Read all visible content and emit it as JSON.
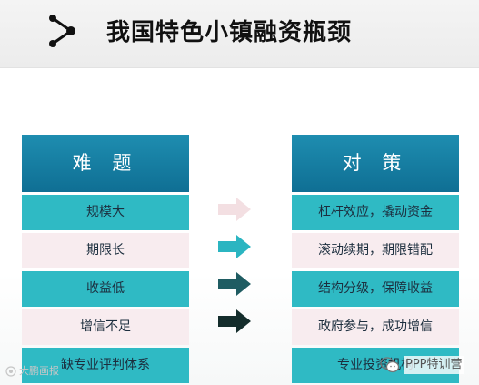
{
  "header": {
    "title": "我国特色小镇融资瓶颈",
    "icon": "share-network-icon"
  },
  "left_column": {
    "title": "难 题",
    "rows": [
      {
        "label": "规模大",
        "style": "teal"
      },
      {
        "label": "期限长",
        "style": "pink"
      },
      {
        "label": "收益低",
        "style": "teal"
      },
      {
        "label": "增信不足",
        "style": "pink"
      },
      {
        "label": "缺专业评判体系",
        "style": "teal"
      }
    ]
  },
  "right_column": {
    "title": "对 策",
    "rows": [
      {
        "label": "杠杆效应，撬动资金",
        "style": "teal"
      },
      {
        "label": "滚动续期，期限错配",
        "style": "pink"
      },
      {
        "label": "结构分级，保障收益",
        "style": "teal"
      },
      {
        "label": "政府参与，成功增信",
        "style": "pink"
      },
      {
        "label": "专业投资机构",
        "style": "teal"
      }
    ]
  },
  "arrows": [
    {
      "color": "#f3dfe2"
    },
    {
      "color": "#2bb5c1"
    },
    {
      "color": "#1f5c62"
    },
    {
      "color": "#142d2c"
    }
  ],
  "colors": {
    "header_blue": "#1584a9",
    "teal_row": "#2fbac4",
    "pink_row": "#f8ecef"
  },
  "watermarks": {
    "left": "大鹏画报",
    "right": "PPP特训营",
    "right_icon": "wechat-icon"
  }
}
